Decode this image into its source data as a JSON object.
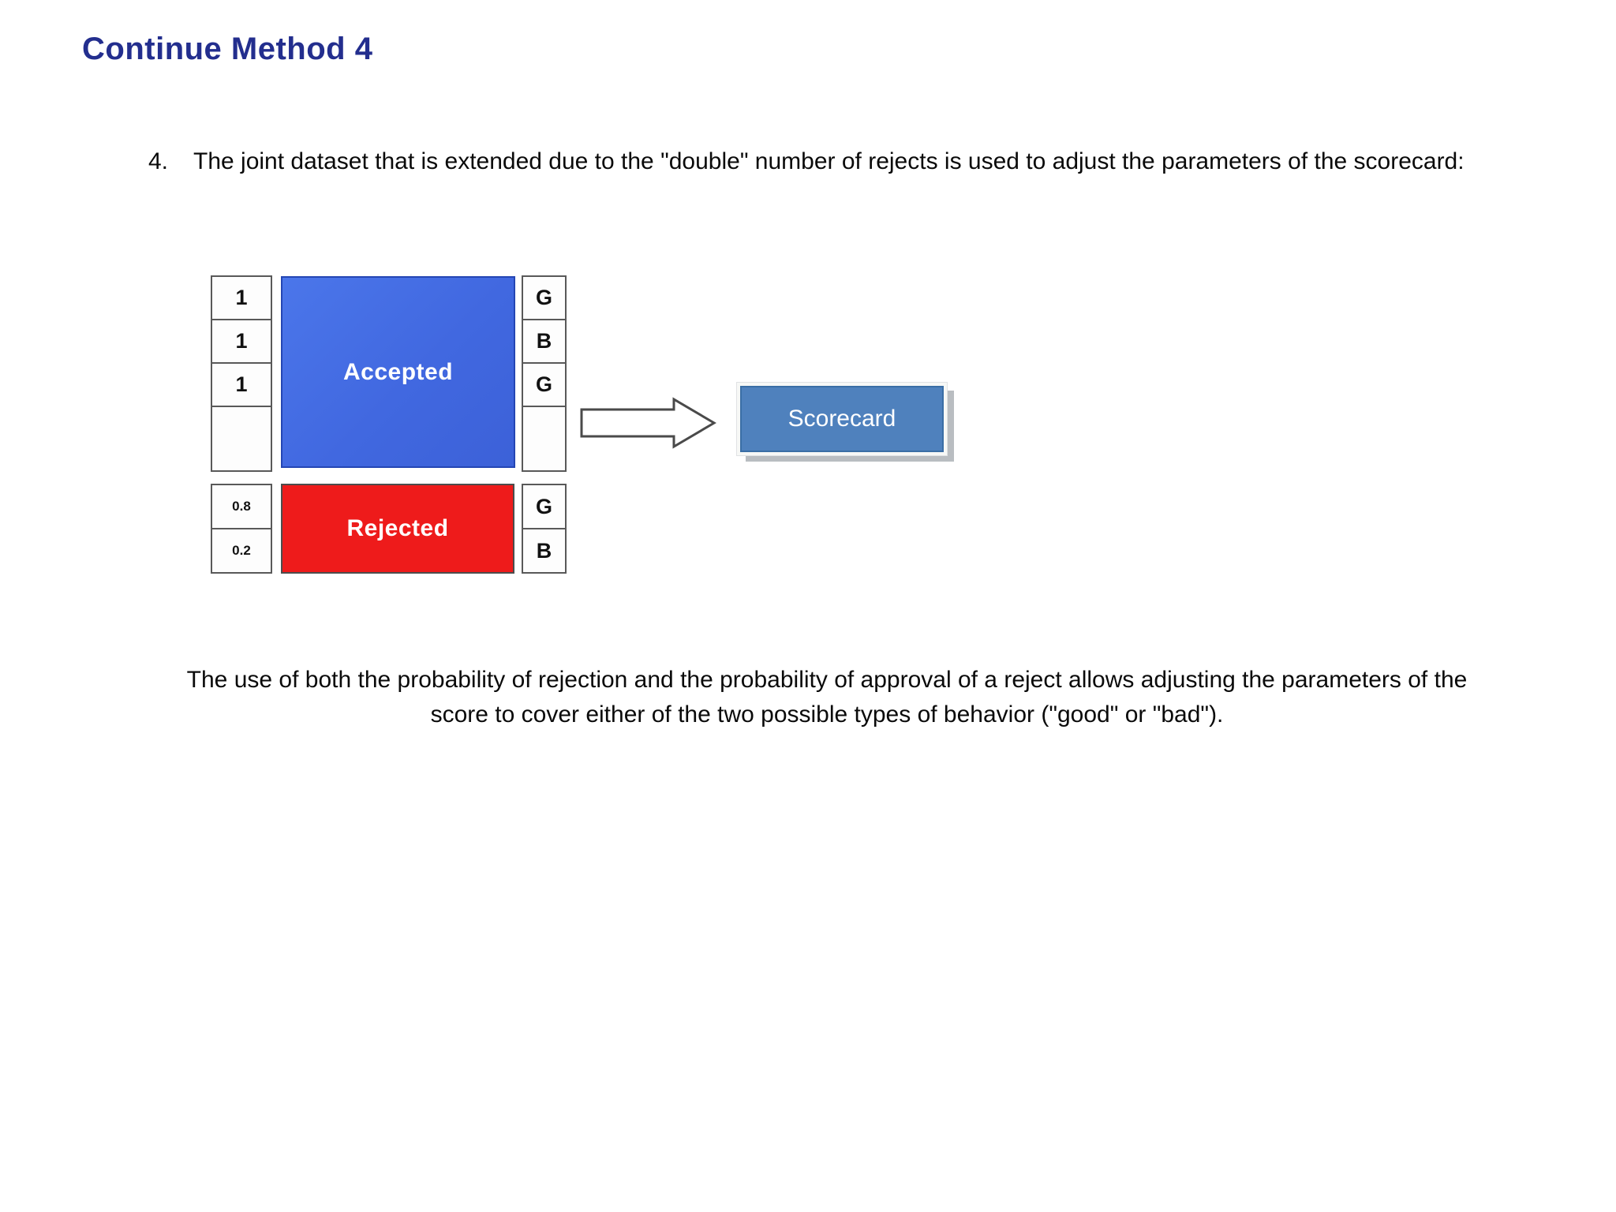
{
  "title": "Continue Method 4",
  "item": {
    "number": "4.",
    "text": "The joint dataset that is extended due to the \"double\" number of rejects is used to adjust the parameters of the scorecard:"
  },
  "diagram": {
    "accepted": {
      "label": "Accepted",
      "fill_color": "#4269e2",
      "left_cells": [
        "1",
        "1",
        "1",
        ""
      ],
      "right_cells": [
        "G",
        "B",
        "G",
        ""
      ]
    },
    "rejected": {
      "label": "Rejected",
      "fill_color": "#ee1b1b",
      "left_cells": [
        "0.8",
        "0.2"
      ],
      "right_cells": [
        "G",
        "B"
      ]
    },
    "arrow_icon": "right-arrow",
    "scorecard": {
      "label": "Scorecard",
      "fill_color": "#4f81bd"
    }
  },
  "footer": "The use of both the probability of rejection and the probability of approval of a reject allows adjusting the parameters of the score to cover either of the two possible types of behavior (\"good\" or \"bad\").",
  "colors": {
    "title_text": "#232e8e",
    "body_text": "#0a0a0a",
    "cell_border": "#595959"
  }
}
